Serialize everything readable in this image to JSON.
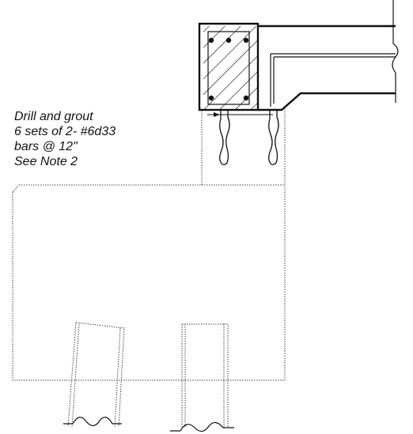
{
  "note": {
    "line1": "Drill and grout",
    "line2": "6 sets of 2- #6d33",
    "line3": "bars @ 12\"",
    "line4": "See Note 2"
  },
  "colors": {
    "ink": "#111111",
    "dotted": "#444444"
  }
}
